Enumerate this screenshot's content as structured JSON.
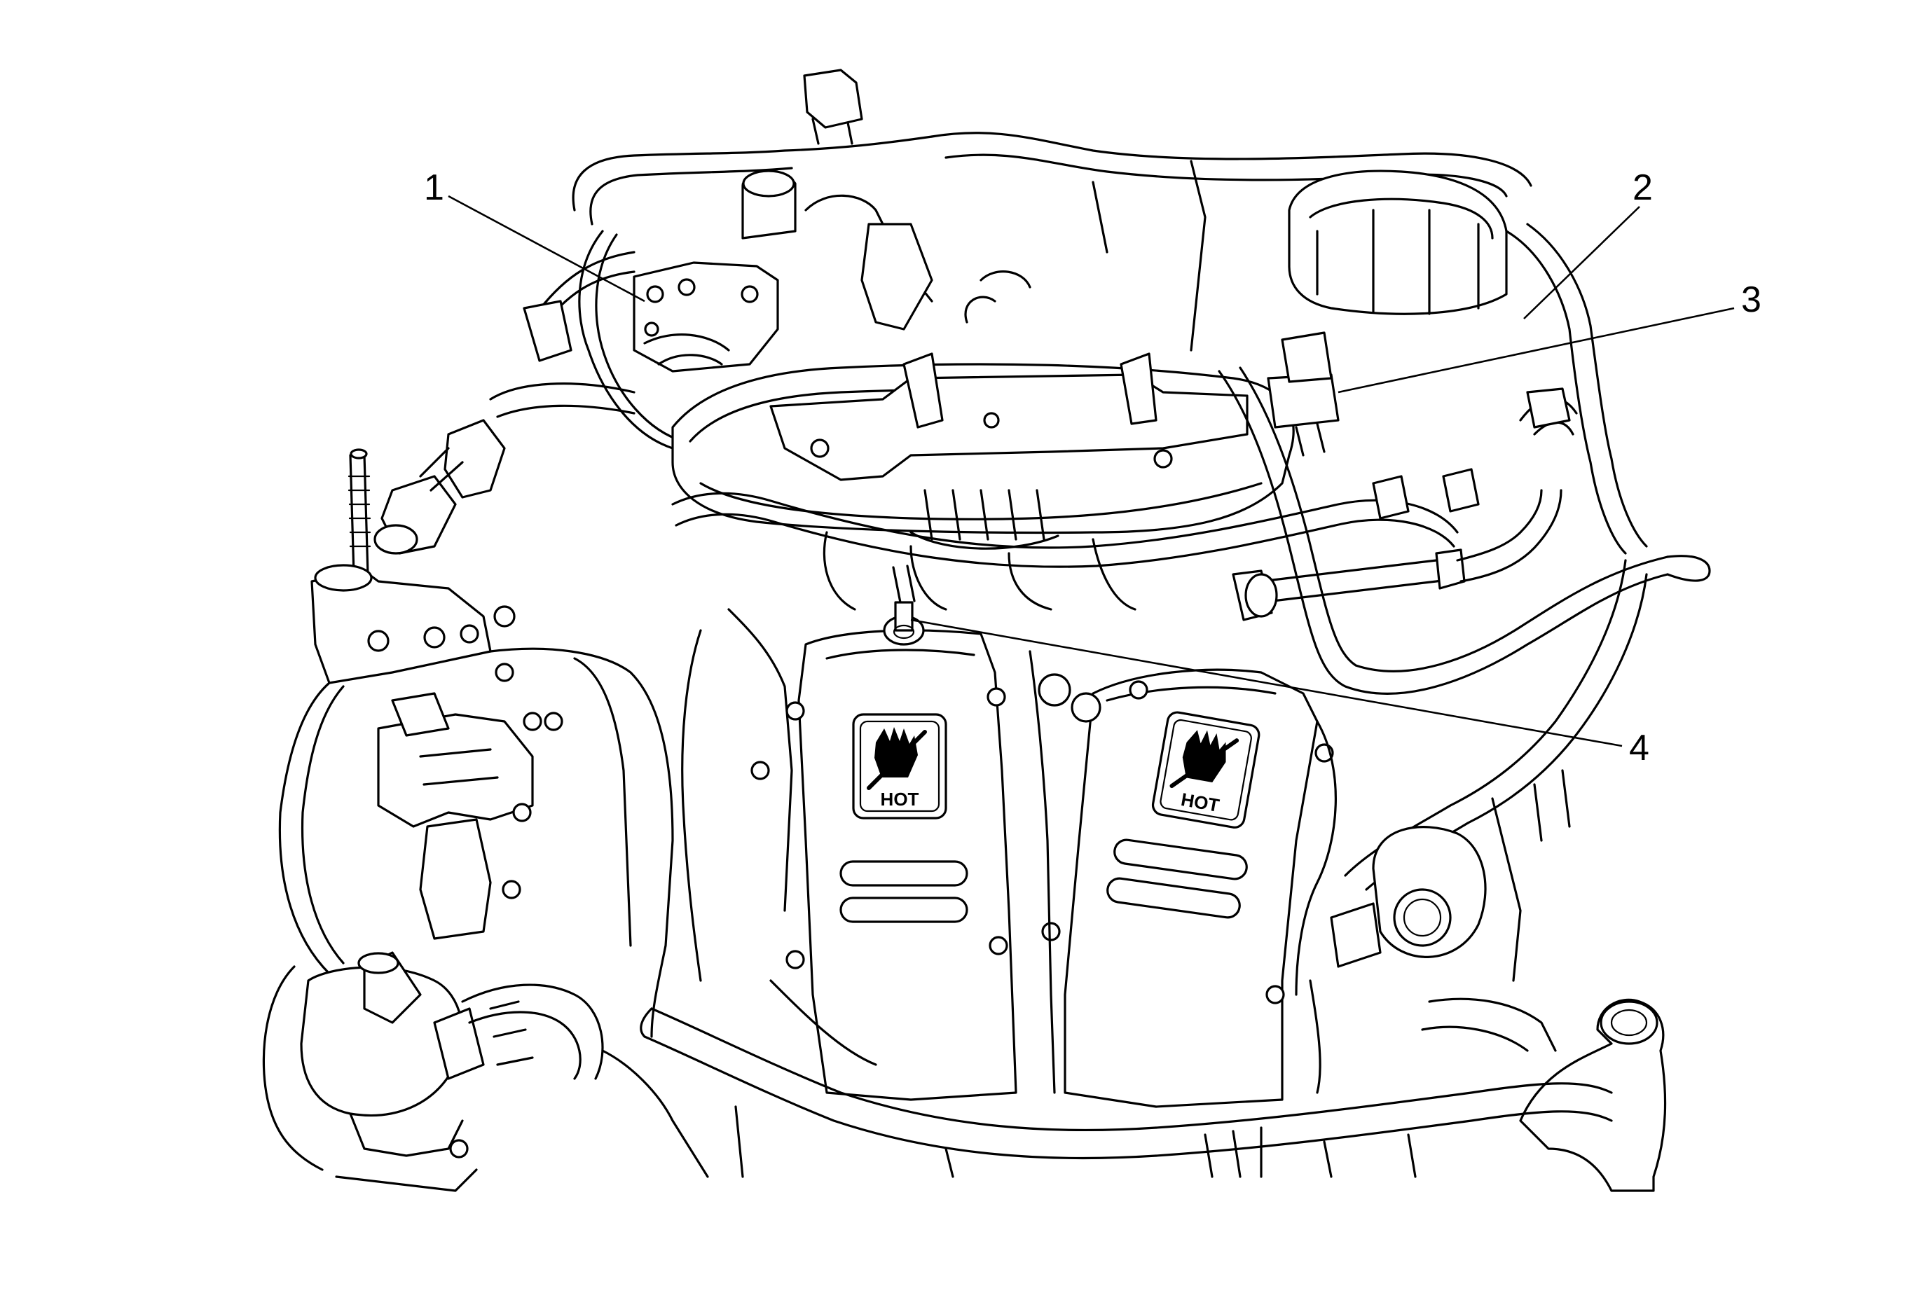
{
  "callouts": [
    {
      "id": "1",
      "label": "1"
    },
    {
      "id": "2",
      "label": "2"
    },
    {
      "id": "3",
      "label": "3"
    },
    {
      "id": "4",
      "label": "4"
    }
  ],
  "warning_labels": [
    {
      "id": "left",
      "icon": "hot-surface-warning-icon",
      "text": "HOT"
    },
    {
      "id": "right",
      "icon": "hot-surface-warning-icon",
      "text": "HOT"
    }
  ],
  "colors": {
    "line": "#000000",
    "background": "#ffffff"
  }
}
